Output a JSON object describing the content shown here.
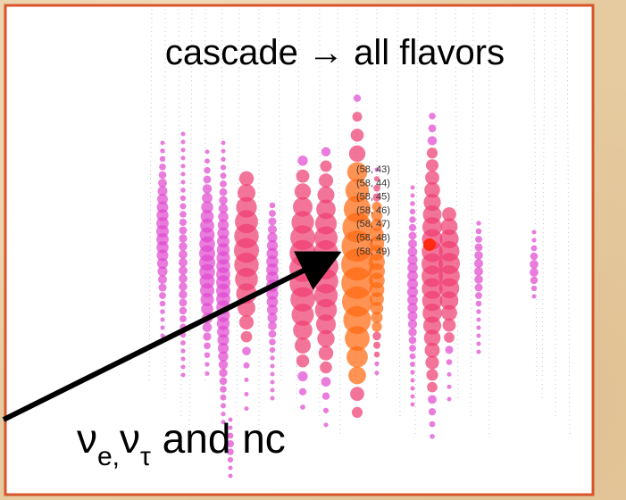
{
  "title": "cascade → all flavors",
  "caption": {
    "nu": "ν",
    "sub_e": "e,",
    "sub_tau": "τ",
    "rest": " and nc"
  },
  "dom_labels": [
    "(58, 43)",
    "(58, 44)",
    "(58, 45)",
    "(58, 46)",
    "(58, 47)",
    "(58, 48)",
    "(58, 49)"
  ],
  "colors": {
    "frame_border": "#d8542a",
    "panel_bg": "#ffffff",
    "background": "#e6cba0",
    "magenta": "#e04ad0",
    "pink_red": "#ef3f72",
    "orange": "#ff6a10",
    "red_dot": "#ff2a10",
    "arrow": "#000000"
  }
}
